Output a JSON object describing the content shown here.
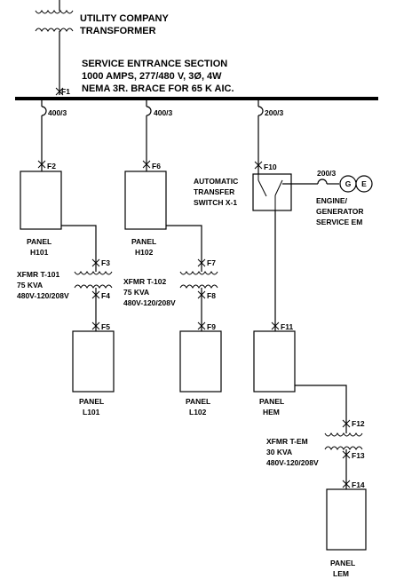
{
  "utility": {
    "line1": "UTILITY COMPANY",
    "line2": "TRANSFORMER"
  },
  "service": {
    "line1": "SERVICE ENTRANCE SECTION",
    "line2": "1000 AMPS, 277/480 V, 3Ø, 4W",
    "line3": "NEMA 3R. BRACE FOR 65 K AIC."
  },
  "fuses": {
    "f1": "F1",
    "f2": "F2",
    "f3": "F3",
    "f4": "F4",
    "f5": "F5",
    "f6": "F6",
    "f7": "F7",
    "f8": "F8",
    "f9": "F9",
    "f10": "F10",
    "f11": "F11",
    "f12": "F12",
    "f13": "F13",
    "f14": "F14"
  },
  "breakers": {
    "b1": "400/3",
    "b2": "400/3",
    "b3": "200/3",
    "gen": "200/3"
  },
  "ats": {
    "line1": "AUTOMATIC",
    "line2": "TRANSFER",
    "line3": "SWITCH X-1"
  },
  "generator": {
    "g": "G",
    "e": "E",
    "line1": "ENGINE/",
    "line2": "GENERATOR",
    "line3": "SERVICE EM"
  },
  "panels": {
    "h101": {
      "line1": "PANEL",
      "line2": "H101"
    },
    "h102": {
      "line1": "PANEL",
      "line2": "H102"
    },
    "l101": {
      "line1": "PANEL",
      "line2": "L101"
    },
    "l102": {
      "line1": "PANEL",
      "line2": "L102"
    },
    "hem": {
      "line1": "PANEL",
      "line2": "HEM"
    },
    "lem": {
      "line1": "PANEL",
      "line2": "LEM"
    }
  },
  "xfmrs": {
    "t101": {
      "line1": "XFMR T-101",
      "line2": "75 KVA",
      "line3": "480V-120/208V"
    },
    "t102": {
      "line1": "XFMR T-102",
      "line2": "75 KVA",
      "line3": "480V-120/208V"
    },
    "tem": {
      "line1": "XFMR T-EM",
      "line2": "30 KVA",
      "line3": "480V-120/208V"
    }
  }
}
